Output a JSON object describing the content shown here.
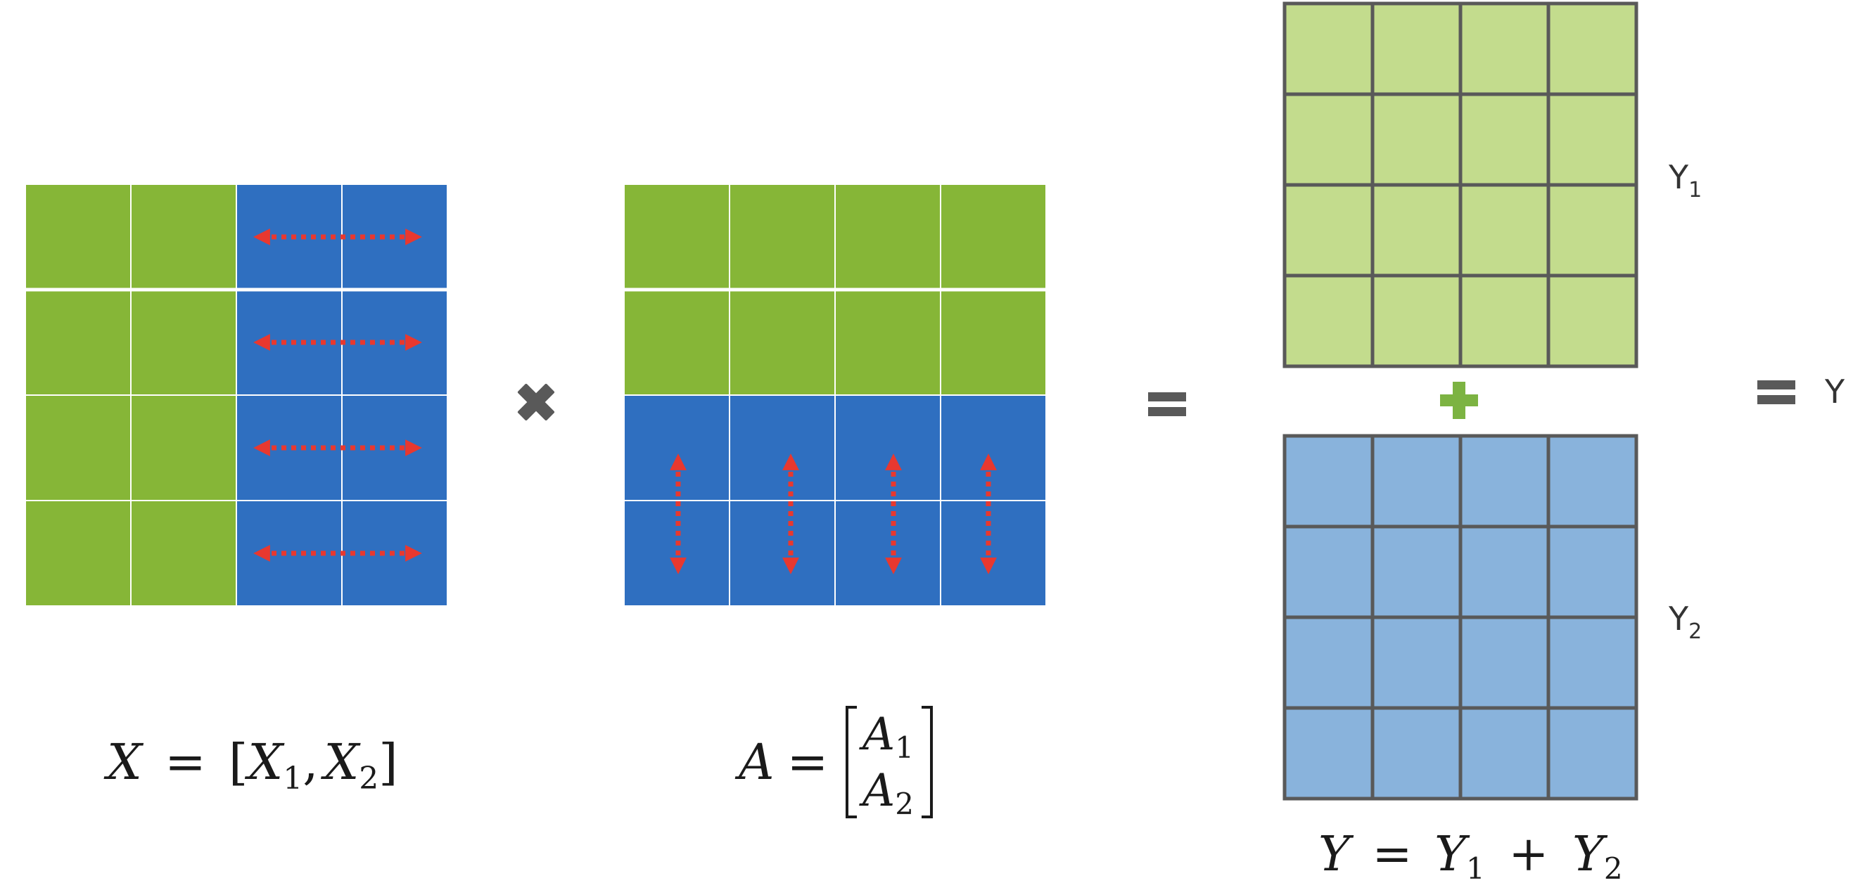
{
  "colors": {
    "green": "#86b637",
    "blue": "#2f6fc0",
    "light_green": "#c3dc8d",
    "light_blue": "#89b3dc",
    "grid_dark": "#595959",
    "operator_gray": "#595959",
    "plus_green": "#7cb342",
    "arrow_red": "#e8382f",
    "cell_line": "#ffffff"
  },
  "matrix_x": {
    "rows": 4,
    "cols": 4,
    "split_col": 2,
    "arrow_direction": "horizontal"
  },
  "matrix_a": {
    "rows": 4,
    "cols": 4,
    "split_row": 2,
    "arrow_direction": "vertical"
  },
  "matrix_y1": {
    "rows": 4,
    "cols": 4,
    "label_main": "Y",
    "label_sub": "1"
  },
  "matrix_y2": {
    "rows": 4,
    "cols": 4,
    "label_main": "Y",
    "label_sub": "2"
  },
  "operators": {
    "multiply": "times-icon",
    "equals": "equals-icon",
    "plus": "plus-icon",
    "final_equals": "equals-icon"
  },
  "result_label": "Y",
  "formulas": {
    "x": {
      "lhs": "X",
      "eq": "=",
      "open": "[",
      "a": "X",
      "a_sub": "1",
      "comma": ",",
      "b": "X",
      "b_sub": "2",
      "close": "]"
    },
    "a": {
      "lhs": "A",
      "eq": "=",
      "top": "A",
      "top_sub": "1",
      "bottom": "A",
      "bottom_sub": "2"
    },
    "y": {
      "lhs": "Y",
      "eq": "=",
      "a": "Y",
      "a_sub": "1",
      "plus": "+",
      "b": "Y",
      "b_sub": "2"
    }
  }
}
